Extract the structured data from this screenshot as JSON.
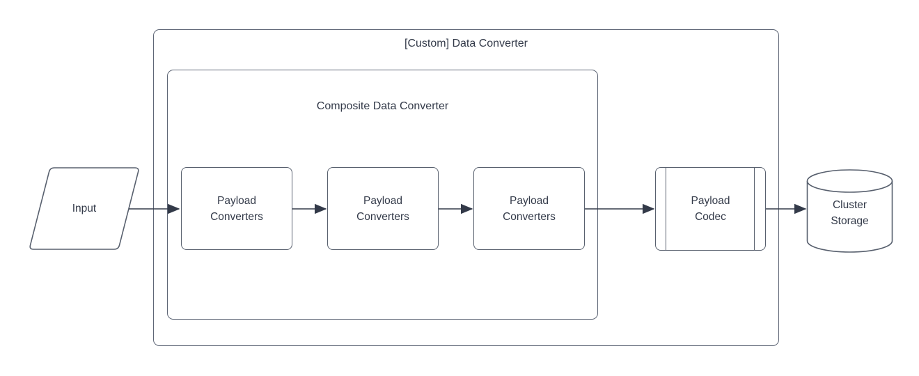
{
  "diagram": {
    "outer_container": {
      "label": "[Custom] Data Converter",
      "shape": "rounded-rectangle-container"
    },
    "inner_container": {
      "label": "Composite Data Converter",
      "shape": "rounded-rectangle-container"
    },
    "nodes": {
      "input": {
        "label": "Input",
        "shape": "parallelogram"
      },
      "payload_converter_1": {
        "label": "Payload Converters",
        "shape": "rounded-rectangle"
      },
      "payload_converter_2": {
        "label": "Payload Converters",
        "shape": "rounded-rectangle"
      },
      "payload_converter_3": {
        "label": "Payload Converters",
        "shape": "rounded-rectangle"
      },
      "payload_codec": {
        "label": "Payload Codec",
        "shape": "predefined-process"
      },
      "cluster_storage": {
        "label": "Cluster Storage",
        "shape": "cylinder"
      }
    },
    "flow": "Input → Payload Converters → Payload Converters → Payload Converters → Payload Codec → Cluster Storage",
    "colors": {
      "background": "#ffffff",
      "shape_stroke": "#58606e",
      "container_stroke": "#5e6676",
      "arrow": "#333a49",
      "text": "#333a49"
    }
  }
}
